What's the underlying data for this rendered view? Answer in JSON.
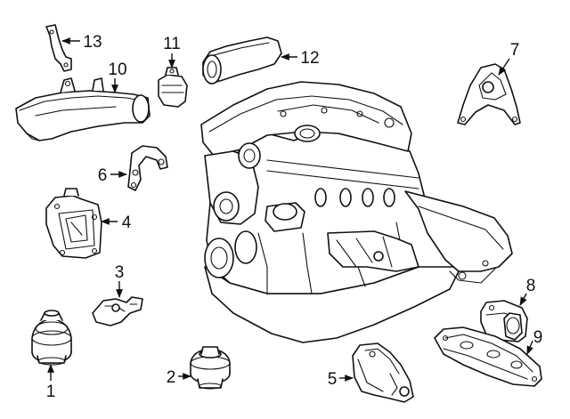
{
  "diagram": {
    "callouts": [
      {
        "id": "callout-1",
        "label": "1"
      },
      {
        "id": "callout-2",
        "label": "2"
      },
      {
        "id": "callout-3",
        "label": "3"
      },
      {
        "id": "callout-4",
        "label": "4"
      },
      {
        "id": "callout-5",
        "label": "5"
      },
      {
        "id": "callout-6",
        "label": "6"
      },
      {
        "id": "callout-7",
        "label": "7"
      },
      {
        "id": "callout-8",
        "label": "8"
      },
      {
        "id": "callout-9",
        "label": "9"
      },
      {
        "id": "callout-10",
        "label": "10"
      },
      {
        "id": "callout-11",
        "label": "11"
      },
      {
        "id": "callout-12",
        "label": "12"
      },
      {
        "id": "callout-13",
        "label": "13"
      }
    ],
    "colors": {
      "line": "#111111",
      "background": "#ffffff"
    }
  }
}
